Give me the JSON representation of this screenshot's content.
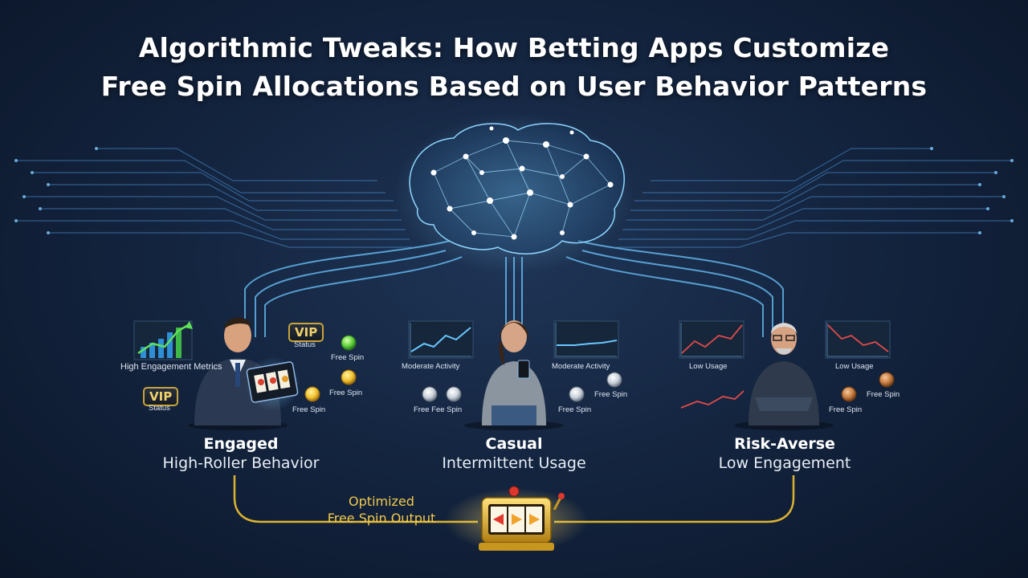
{
  "title": {
    "line1": "Algorithmic Tweaks: How Betting Apps Customize",
    "line2": "Free Spin Allocations Based on User Behavior Patterns"
  },
  "personas": [
    {
      "name_line1": "Engaged",
      "name_line2": "High-Roller Behavior",
      "labels": {
        "metrics": "High Engagement Metrics",
        "vip": "VIP",
        "vip_status": "Status",
        "spin1": "Free Spin",
        "spin2": "Free Spin",
        "spin3": "Free Spin"
      },
      "tier_color": "#f2c230"
    },
    {
      "name_line1": "Casual",
      "name_line2": "Intermittent Usage",
      "labels": {
        "activity_left": "Moderate Activity",
        "activity_right": "Moderate Activity",
        "spin_left": "Free Fee Spin",
        "spin_right1": "Free Spin",
        "spin_right2": "Free Spin"
      },
      "tier_color": "#c9d1da"
    },
    {
      "name_line1": "Risk-Averse",
      "name_line2": "Low Engagement",
      "labels": {
        "usage_left": "Low Usage",
        "usage_right": "Low Usage",
        "spin1": "Free Spin",
        "spin2": "Free Spin"
      },
      "tier_color": "#c47a3f"
    }
  ],
  "output": {
    "line1": "Optimized",
    "line2": "Free Spin Output"
  },
  "colors": {
    "circuit": "#5bc0ff",
    "gold": "#f2c230",
    "background": "#142540"
  },
  "icons": [
    "brain-network-icon",
    "slot-machine-icon",
    "coin-icon",
    "trend-chart-icon",
    "tablet-icon",
    "phone-icon"
  ]
}
